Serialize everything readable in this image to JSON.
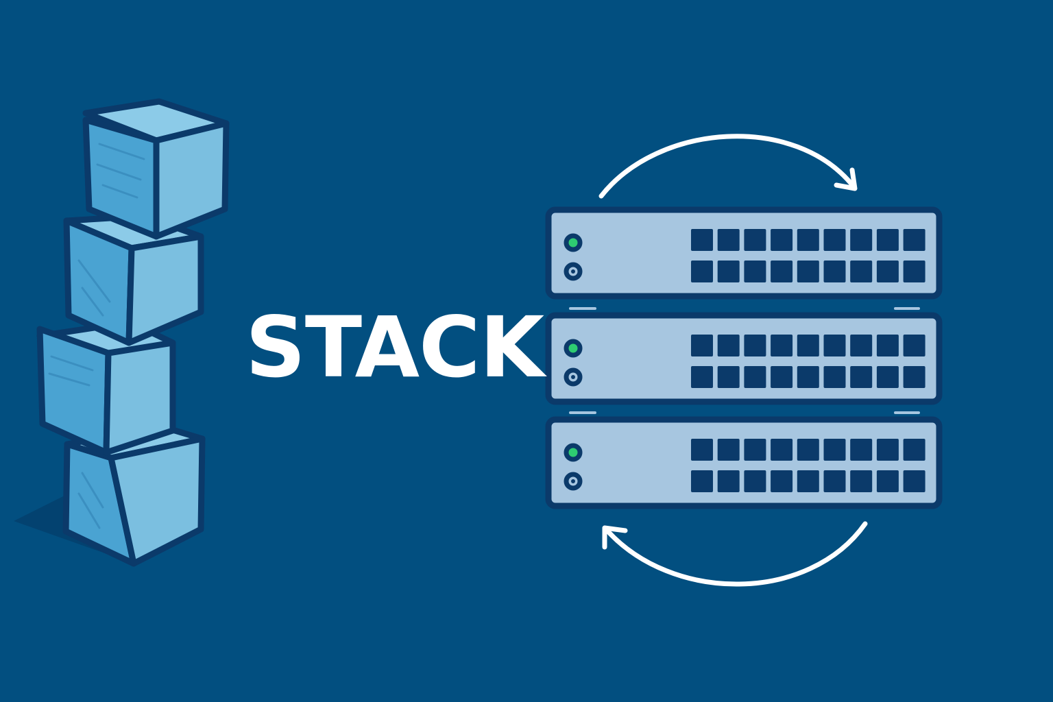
{
  "title": "STACK",
  "colors": {
    "background": "#024f80",
    "outline": "#0b3a6a",
    "cube_front": "#4aa3d2",
    "cube_side": "#7bbfe0",
    "cube_top": "#8ccbe8",
    "switch_body": "#a7c6e0",
    "port": "#0b3a6a",
    "status_led": "#2ecc71",
    "arrow": "#ffffff"
  },
  "cubes": [
    {
      "name": "cube-1"
    },
    {
      "name": "cube-2"
    },
    {
      "name": "cube-3"
    },
    {
      "name": "cube-4"
    }
  ],
  "switches": [
    {
      "name": "switch-1",
      "ports_per_row": 9,
      "rows": 2
    },
    {
      "name": "switch-2",
      "ports_per_row": 9,
      "rows": 2
    },
    {
      "name": "switch-3",
      "ports_per_row": 9,
      "rows": 2
    }
  ],
  "icons": {
    "cycle_top": "arrow-clockwise-icon",
    "cycle_bottom": "arrow-clockwise-icon"
  }
}
